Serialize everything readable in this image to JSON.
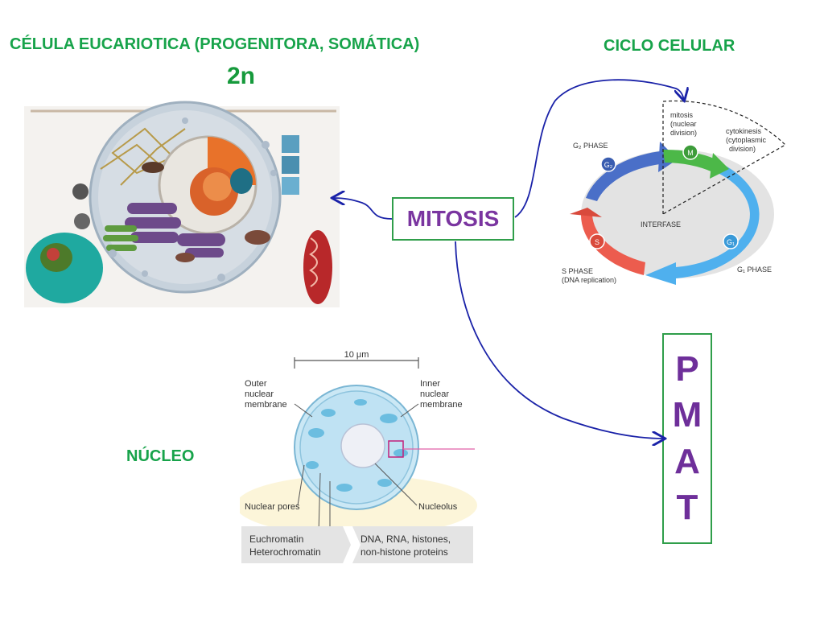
{
  "titles": {
    "cell": "CÉLULA EUCARIOTICA (PROGENITORA, SOMÁTICA)",
    "ploidy": "2n",
    "cycle": "CICLO CELULAR",
    "nucleus": "NÚCLEO"
  },
  "center": {
    "label": "MITOSIS"
  },
  "pmat": {
    "letters": [
      "P",
      "M",
      "A",
      "T"
    ]
  },
  "cell_cycle": {
    "mitosis": [
      "mitosis",
      "(nuclear",
      "division)"
    ],
    "cytokinesis": [
      "cytokinesis",
      "(cytoplasmic",
      "division)"
    ],
    "g2": "G₂ PHASE",
    "g2_short": "G₂",
    "m_short": "M",
    "interfase": "INTERFASE",
    "s_short": "S",
    "s_phase": [
      "S PHASE",
      "(DNA replication)"
    ],
    "g1_short": "G₁",
    "g1_phase": "G₁ PHASE"
  },
  "nucleus_diagram": {
    "scale": "10 μm",
    "outer": [
      "Outer",
      "nuclear",
      "membrane"
    ],
    "inner": [
      "Inner",
      "nuclear",
      "membrane"
    ],
    "pores": "Nuclear pores",
    "nucleolus": "Nucleolus",
    "euchromatin": "Euchromatin",
    "heterochromatin": "Heterochromatin",
    "composition": [
      "DNA, RNA, histones,",
      "non-histone proteins"
    ]
  },
  "colors": {
    "title_green": "#17a34a",
    "purple": "#7a35a0",
    "arrow_blue": "#1a22a8",
    "box_border": "#2f9e4a"
  }
}
